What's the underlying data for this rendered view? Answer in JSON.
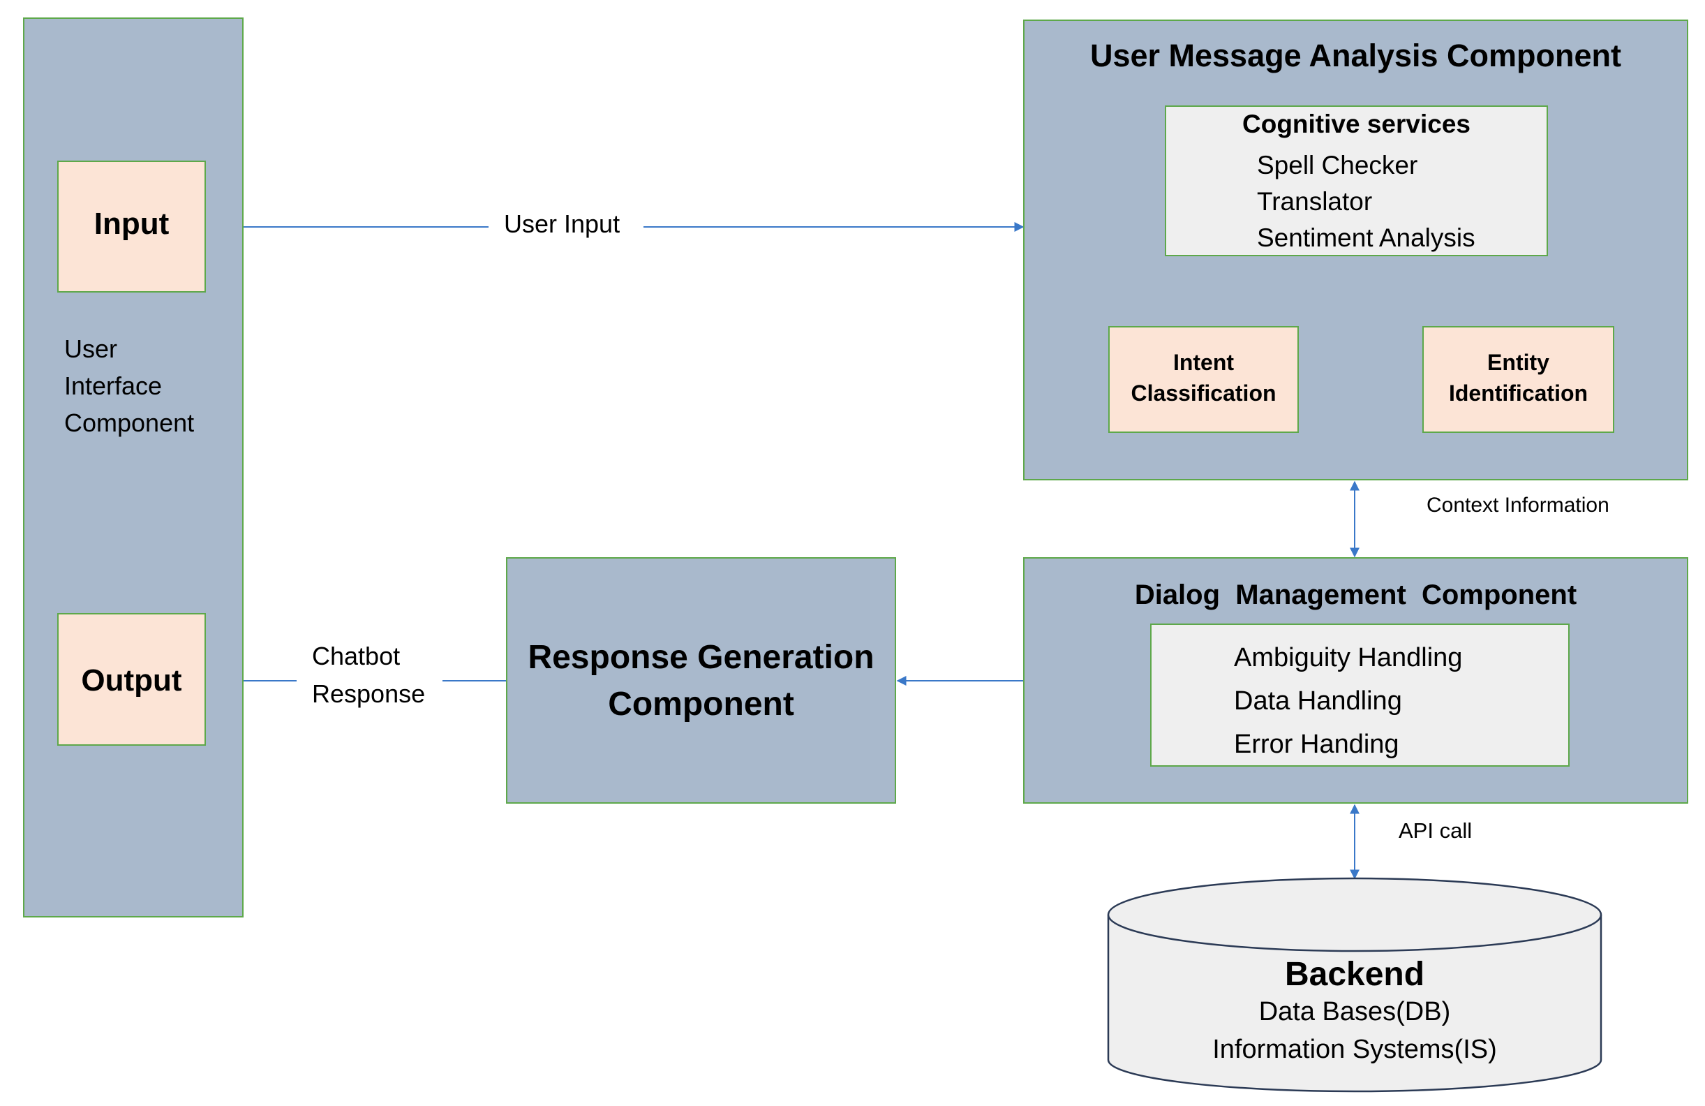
{
  "ui": {
    "title": "User Interface Component",
    "lines": [
      "User",
      "Interface",
      "Component"
    ],
    "input_label": "Input",
    "output_label": "Output"
  },
  "edges": {
    "user_input": "User Input",
    "chatbot_response_lines": [
      "Chatbot",
      "Response"
    ],
    "context_information": "Context Information",
    "api_call": "API call"
  },
  "analysis": {
    "title": "User Message Analysis Component",
    "cognitive": {
      "heading": "Cognitive services",
      "items": [
        "Spell Checker",
        "Translator",
        "Sentiment Analysis"
      ]
    },
    "intent_lines": [
      "Intent",
      "Classification"
    ],
    "entity_lines": [
      "Entity",
      "Identification"
    ]
  },
  "response": {
    "title_lines": [
      "Response Generation",
      "Component"
    ]
  },
  "dialog": {
    "title": "Dialog  Management  Component",
    "items": [
      "Ambiguity Handling",
      "Data Handling",
      "Error Handing"
    ]
  },
  "backend": {
    "title": "Backend",
    "lines": [
      "Data Bases(DB)",
      "Information Systems(IS)"
    ]
  },
  "colors": {
    "component_fill": "#a9b9cc",
    "box_border": "#5ea84a",
    "highlight_fill": "#fce4d6",
    "inner_fill": "#efefef",
    "arrow": "#3a78c8"
  }
}
